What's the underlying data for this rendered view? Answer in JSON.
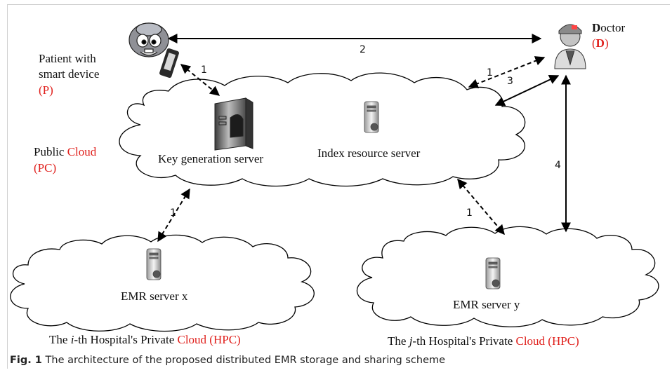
{
  "actors": {
    "patient": {
      "line1": "Patient   with",
      "line2": "smart device",
      "abbr": "(P)"
    },
    "doctor": {
      "bold_initial": "D",
      "rest": "octor",
      "abbr_open": "(",
      "abbr_bold": "D",
      "abbr_close": ")"
    }
  },
  "clouds": {
    "public": {
      "word": "Public",
      "red_word": "Cloud",
      "abbr": "(PC)"
    },
    "hospital_i": {
      "prefix": "The ",
      "index": "i",
      "middle": "-th Hospital's Private ",
      "red": "Cloud (HPC)"
    },
    "hospital_j": {
      "prefix": "The ",
      "index": "j",
      "middle": "-th Hospital's Private ",
      "red": "Cloud (HPC)"
    }
  },
  "servers": {
    "key_generation": "Key generation server",
    "index_resource": "Index resource server",
    "emr_x": "EMR server x",
    "emr_y": "EMR server y"
  },
  "connections": {
    "patient_doctor": "2",
    "patient_keygen": "1",
    "doctor_public_dashed": "1",
    "doctor_public_solid": "3",
    "doctor_emr_y": "4",
    "keygen_emr_x": "1",
    "index_emr_y": "1"
  },
  "caption": {
    "label": "Fig. 1",
    "text": "  The architecture of the proposed distributed EMR storage and sharing scheme"
  },
  "colors": {
    "accent_red": "#e0201c",
    "line": "#000000",
    "cloud_fill": "#ffffff"
  },
  "icons": [
    "patient-face-icon",
    "smartphone-icon",
    "doctor-icon",
    "key-server-icon",
    "server-icon"
  ]
}
